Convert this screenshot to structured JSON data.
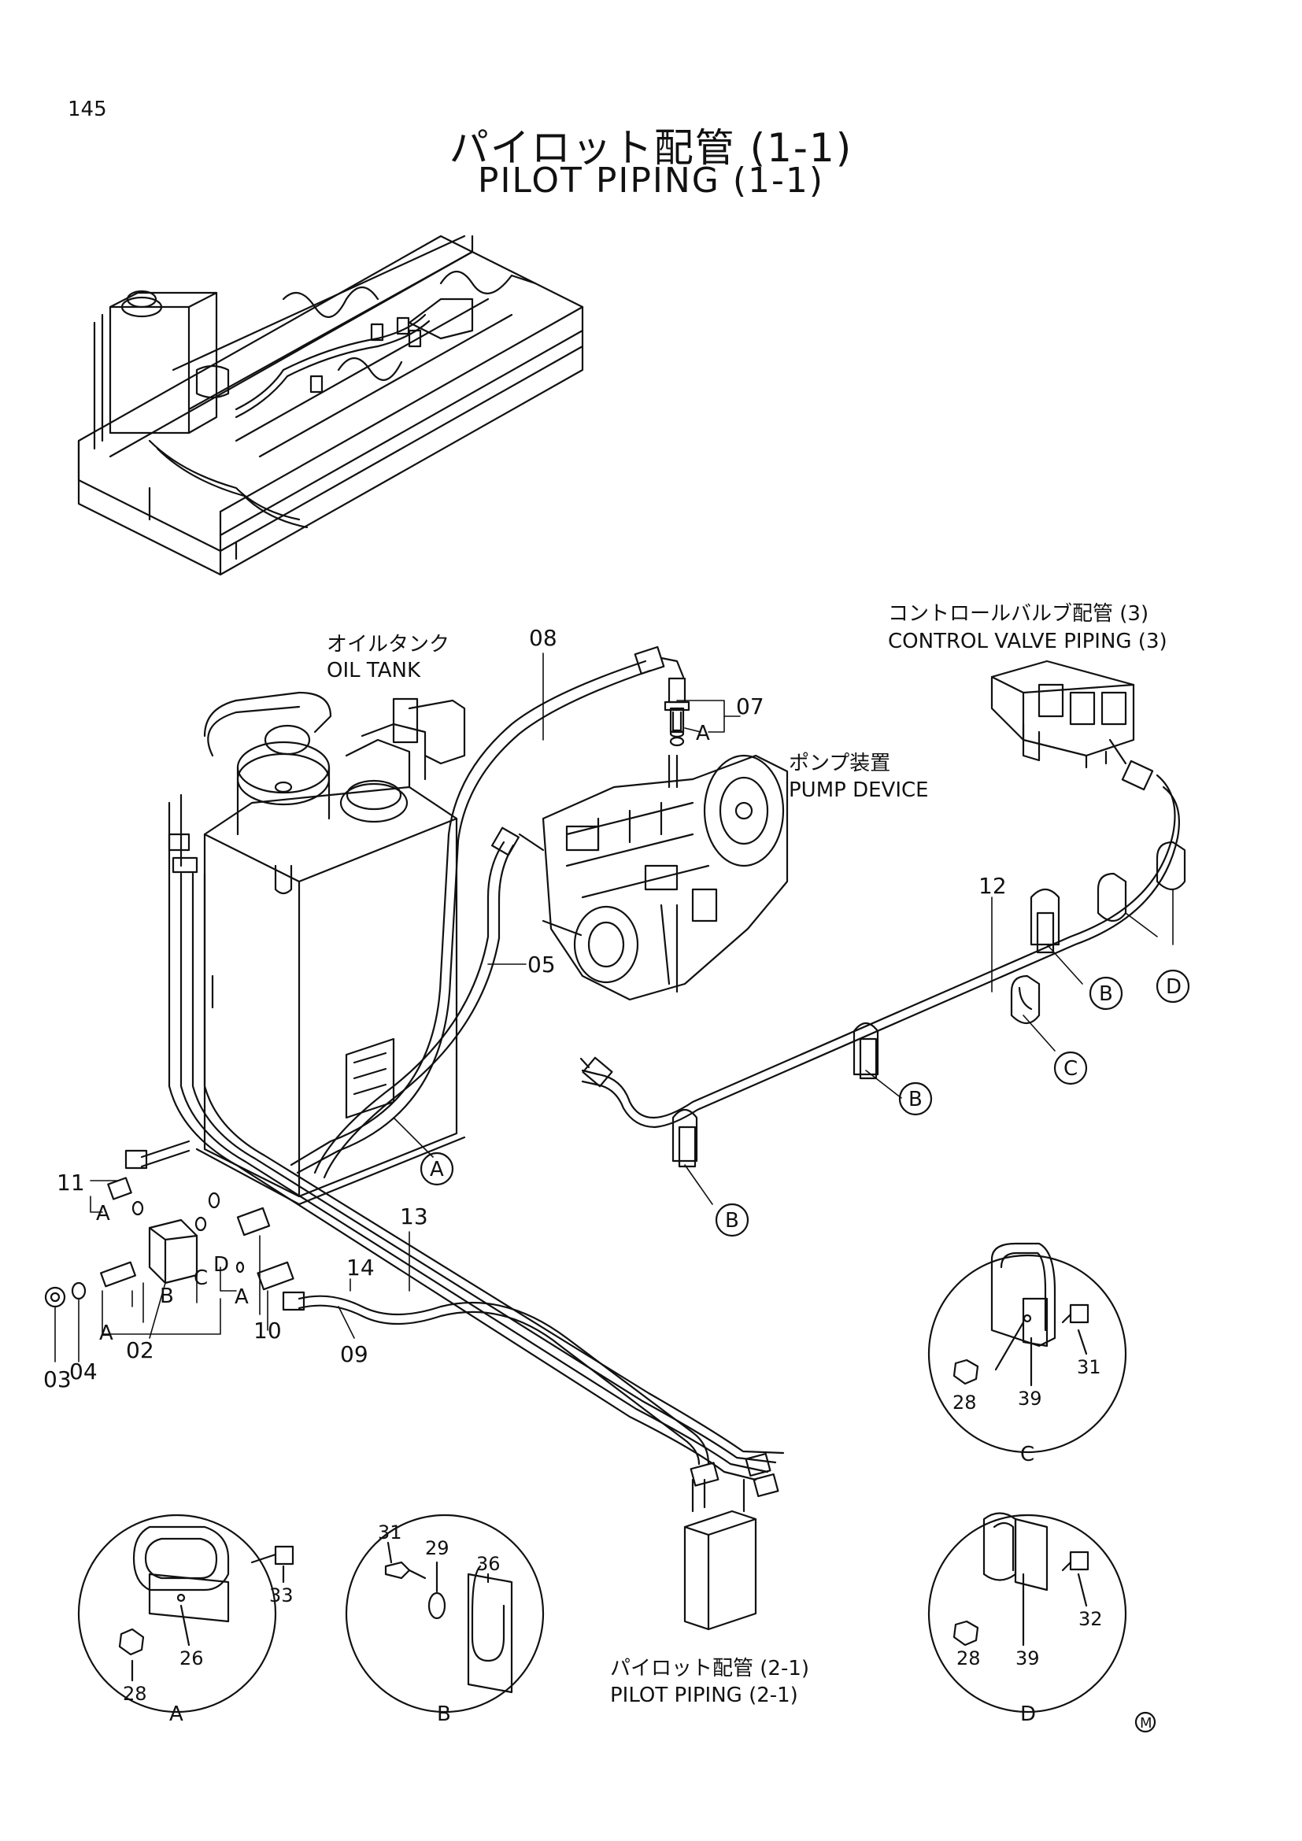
{
  "page_number": "145",
  "title_ja": "パイロット配管 (1-1)",
  "title_en": "PILOT PIPING (1-1)",
  "references": {
    "oil_tank_ja": "オイルタンク",
    "oil_tank_en": "OIL TANK",
    "control_valve_ja": "コントロールバルブ配管 (3)",
    "control_valve_en": "CONTROL VALVE PIPING (3)",
    "pump_ja": "ポンプ装置",
    "pump_en": "PUMP DEVICE",
    "pilot2_ja": "パイロット配管 (2-1)",
    "pilot2_en": "PILOT PIPING (2-1)"
  },
  "parts": {
    "p02": "02",
    "p03": "03",
    "p04": "04",
    "p05": "05",
    "p07": "07",
    "p08": "08",
    "p09": "09",
    "p10": "10",
    "p11": "11",
    "p12": "12",
    "p13": "13",
    "p14": "14"
  },
  "detail_marks": {
    "a": "A",
    "b": "B",
    "c": "C",
    "d": "D"
  },
  "details": {
    "a": {
      "label": "A",
      "n1": "33",
      "n2": "28",
      "n3": "26"
    },
    "b": {
      "label": "B",
      "n1": "31",
      "n2": "29",
      "n3": "36"
    },
    "c": {
      "label": "C",
      "n1": "31",
      "n2": "28",
      "n3": "39"
    },
    "d": {
      "label": "D",
      "n1": "32",
      "n2": "28",
      "n3": "39"
    }
  },
  "footer_mark": "M"
}
